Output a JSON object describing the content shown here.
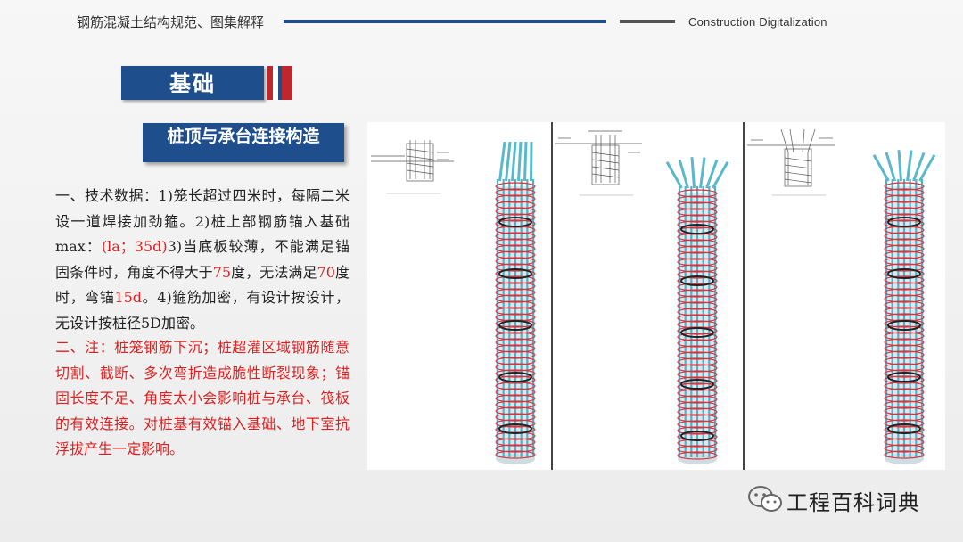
{
  "header": {
    "title": "钢筋混凝土结构规范、图集解释",
    "right": "Construction  Digitalization"
  },
  "section": {
    "title": "基础"
  },
  "subtitle": "桩顶与承台连接构造",
  "paragraph1": {
    "t1": "一、技术数据：1)笼长超过四米时，每隔二米设一道焊接加劲箍。2)桩上部钢筋锚入基础max：",
    "h1": "(la；35d)",
    "t2": "3)当底板较薄，不能满足锚固条件时，角度不得大于",
    "h2": "75",
    "t3": "度，无法满足",
    "h3": "70",
    "t4": "度时，弯锚",
    "h4": "15d",
    "t5": "。4)箍筋加密，有设计按设计，无设计按桩径5D加密。"
  },
  "paragraph2": "二、注：桩笼钢筋下沉；桩超灌区域钢筋随意切割、截断、多次弯折造成脆性断裂现象；锚固长度不足、角度太小会影响桩与承台、筏板的有效连接。对桩基有效锚入基础、地下室抗浮拔产生一定影响。",
  "watermark": {
    "icon": "wechat-icon",
    "text": "工程百科词典"
  },
  "colors": {
    "primary": "#1f4e8c",
    "accent": "#c0272d",
    "highlight": "#e02020"
  }
}
